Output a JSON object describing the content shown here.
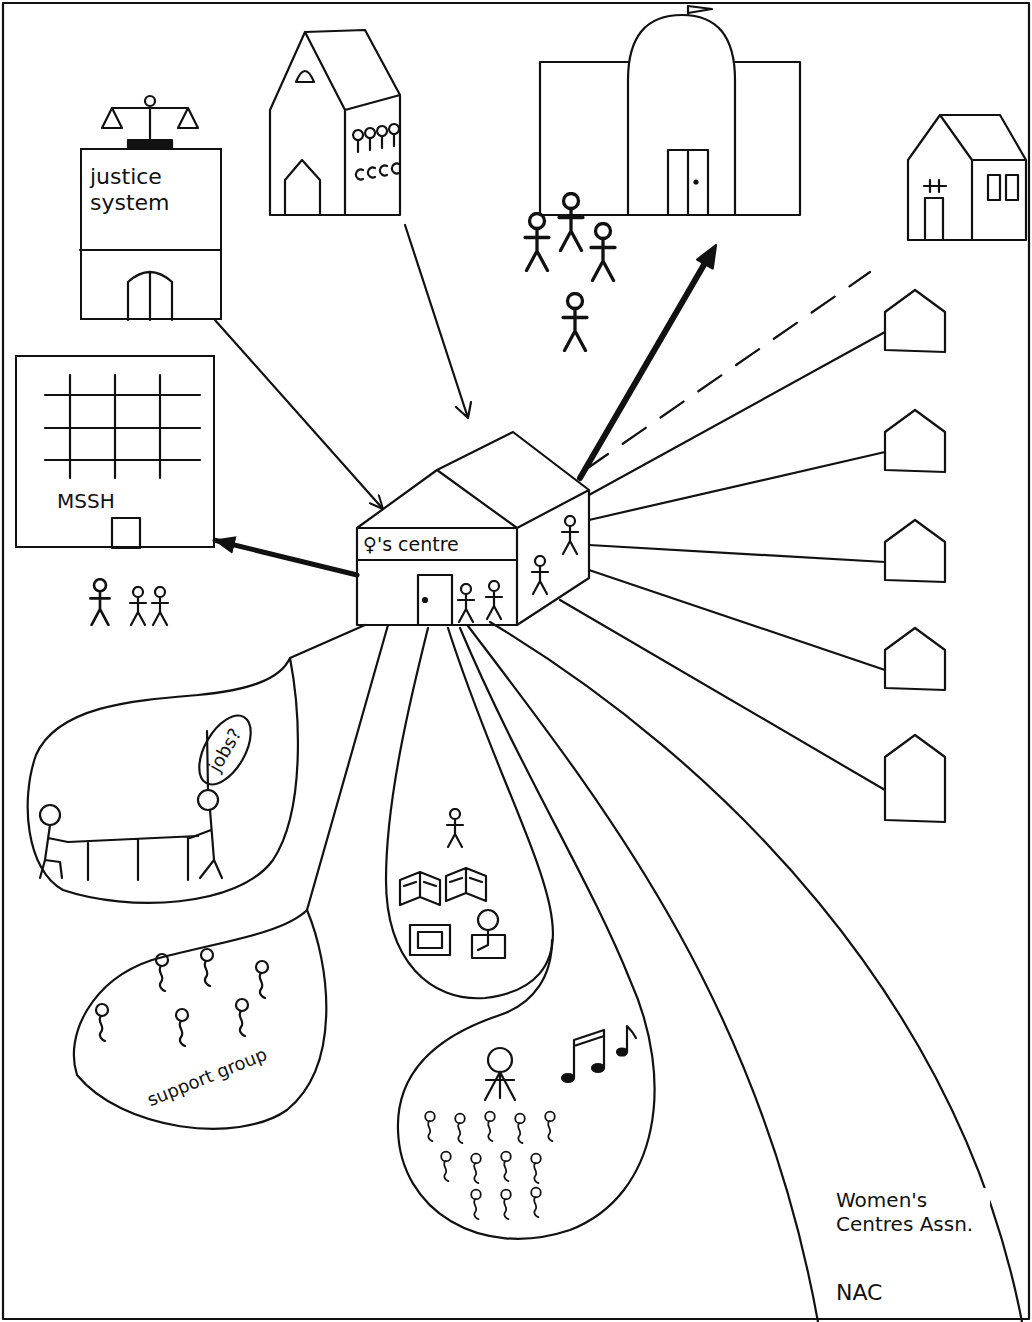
{
  "diagram": {
    "nodes": [
      {
        "text": [
          "justice system"
        ]
      },
      {
        "text": [
          "MSSH"
        ]
      },
      {
        "text": [
          "♀'s centre"
        ]
      },
      {
        "text": [
          "jobs?"
        ]
      },
      {
        "text": [
          "support group"
        ]
      }
    ],
    "edges": [
      {
        "from": 0,
        "to": 2,
        "arrow": "to"
      },
      {
        "from": 2,
        "to": 1,
        "arrow": "to"
      },
      {
        "from": 2,
        "to": 3,
        "arrow": "none"
      },
      {
        "from": 2,
        "to": 4,
        "arrow": "none"
      }
    ],
    "labels": [
      "Women's Centres Assn.",
      "NAC"
    ]
  }
}
